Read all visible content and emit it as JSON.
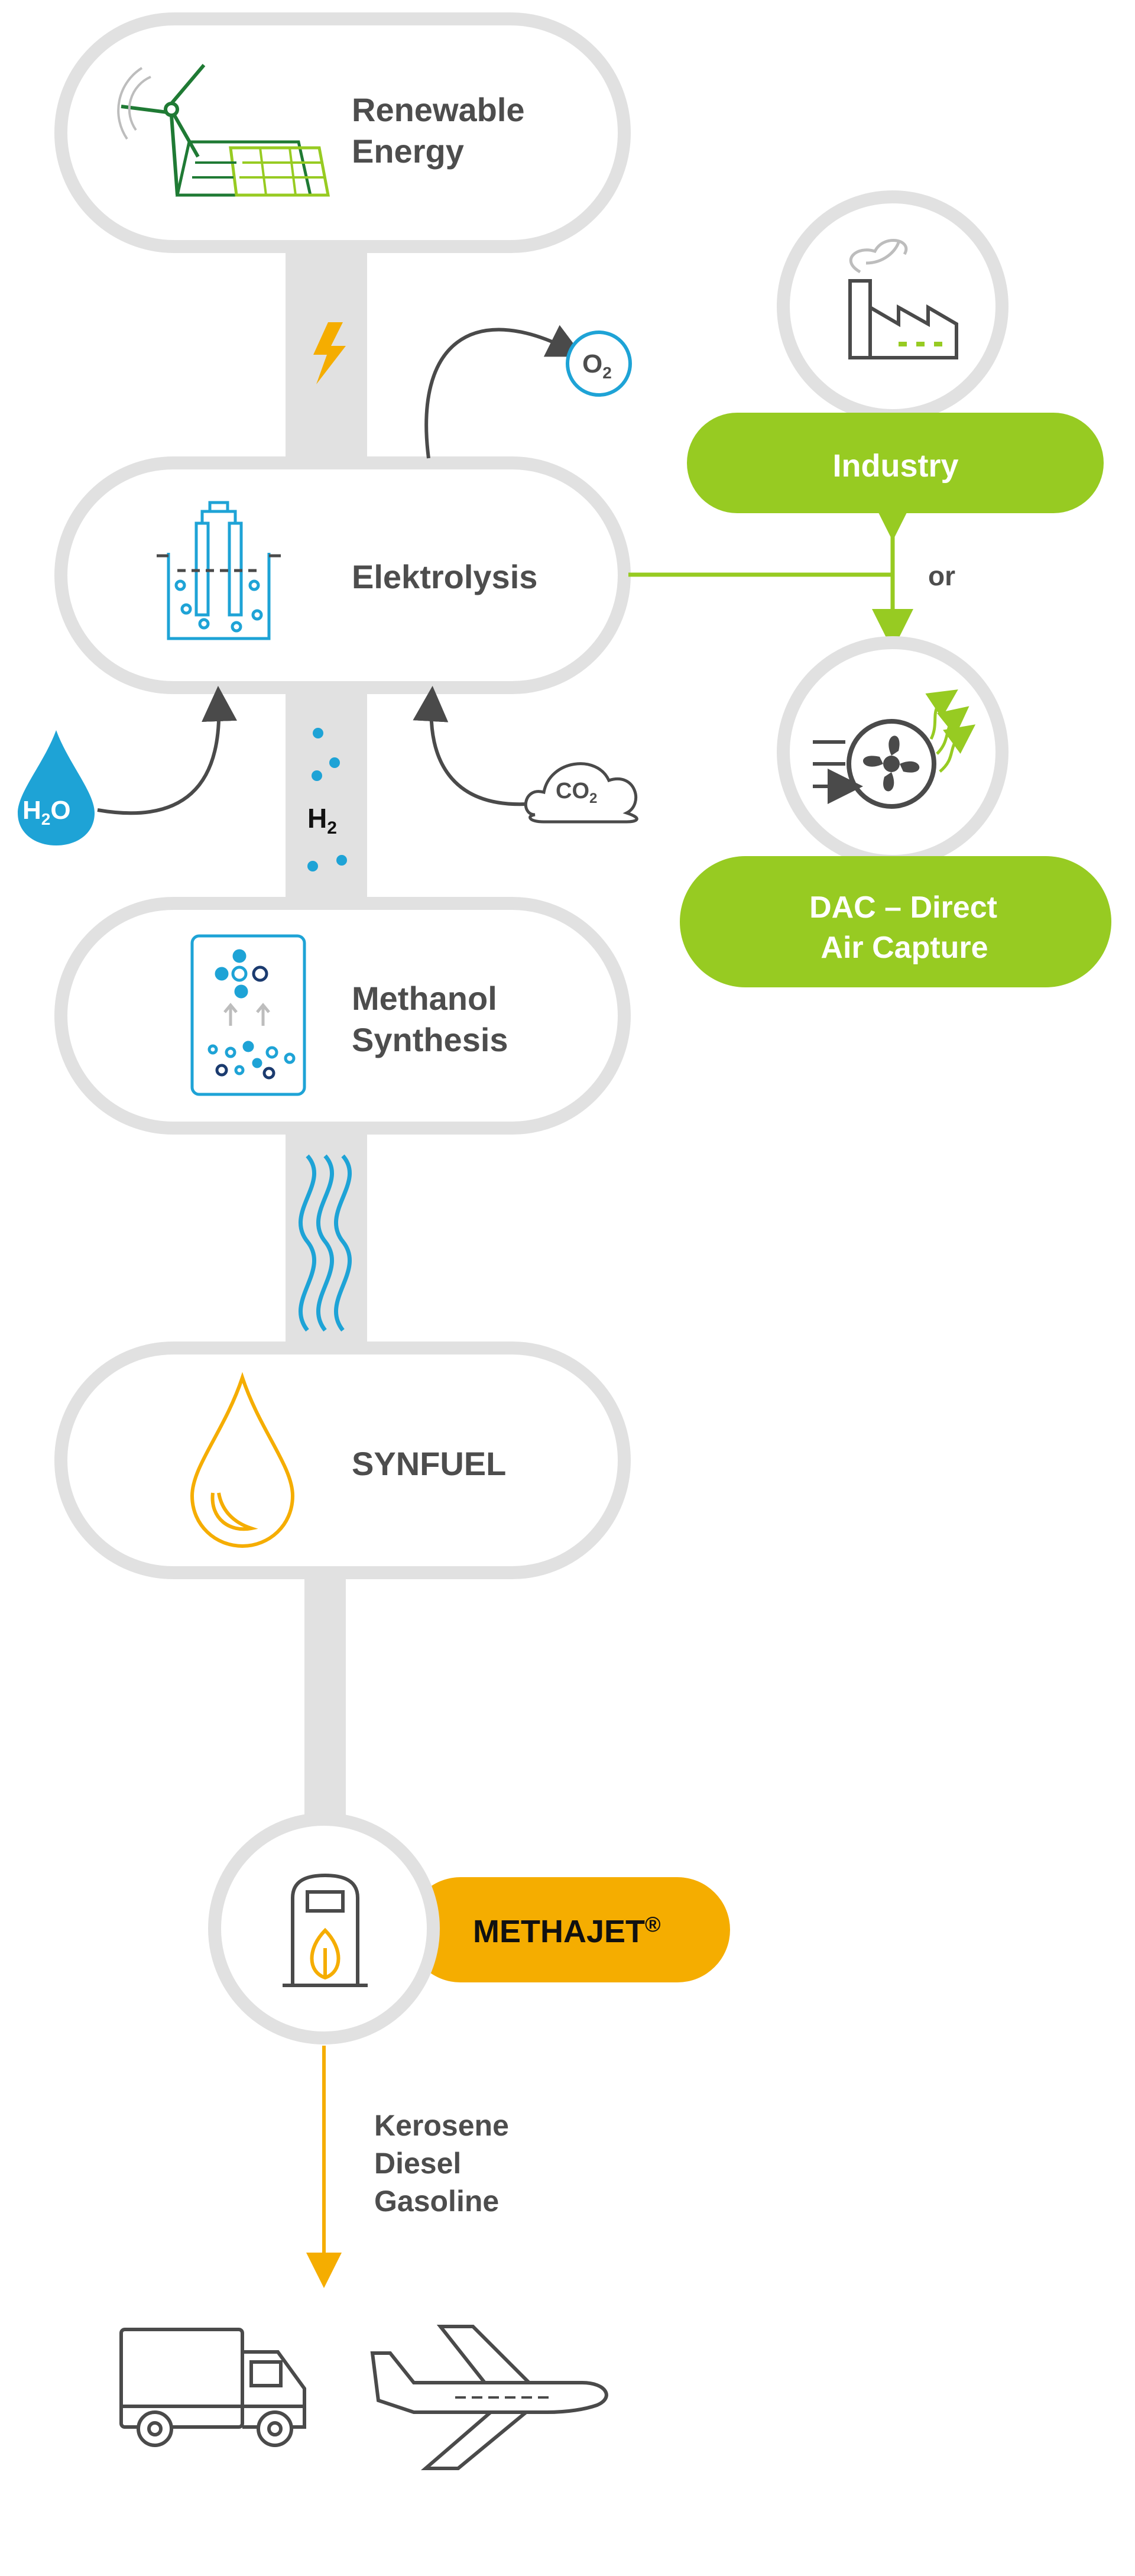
{
  "stages": {
    "renewable": {
      "line1": "Renewable",
      "line2": "Energy"
    },
    "electrolysis": {
      "label": "Elektrolysis"
    },
    "methanol": {
      "line1": "Methanol",
      "line2": "Synthesis"
    },
    "synfuel": {
      "label": "SYNFUEL"
    }
  },
  "side": {
    "industry": "Industry",
    "or": "or",
    "dac_line1": "DAC – Direct",
    "dac_line2": "Air Capture"
  },
  "chem": {
    "o2": "O",
    "o2_sub": "2",
    "h2o_h": "H",
    "h2o_sub": "2",
    "h2o_o": "O",
    "co2": "CO",
    "co2_sub": "2",
    "h2": "H",
    "h2_sub": "2"
  },
  "product": {
    "name": "METHAJET",
    "mark": "®"
  },
  "outputs": [
    "Kerosene",
    "Diesel",
    "Gasoline"
  ],
  "colors": {
    "pill_border": "#e1e1e1",
    "text": "#4d4d4d",
    "green": "#97cb22",
    "blue": "#1ea3d6",
    "orange": "#f5ad00",
    "dark": "#4a4a4a"
  },
  "icons": [
    "wind-solar-icon",
    "lightning-icon",
    "electrolyzer-icon",
    "water-drop-icon",
    "cloud-co2-icon",
    "factory-icon",
    "fan-icon",
    "molecule-icon",
    "waves-icon",
    "fuel-drop-icon",
    "fuel-pump-icon",
    "truck-icon",
    "airplane-icon"
  ]
}
